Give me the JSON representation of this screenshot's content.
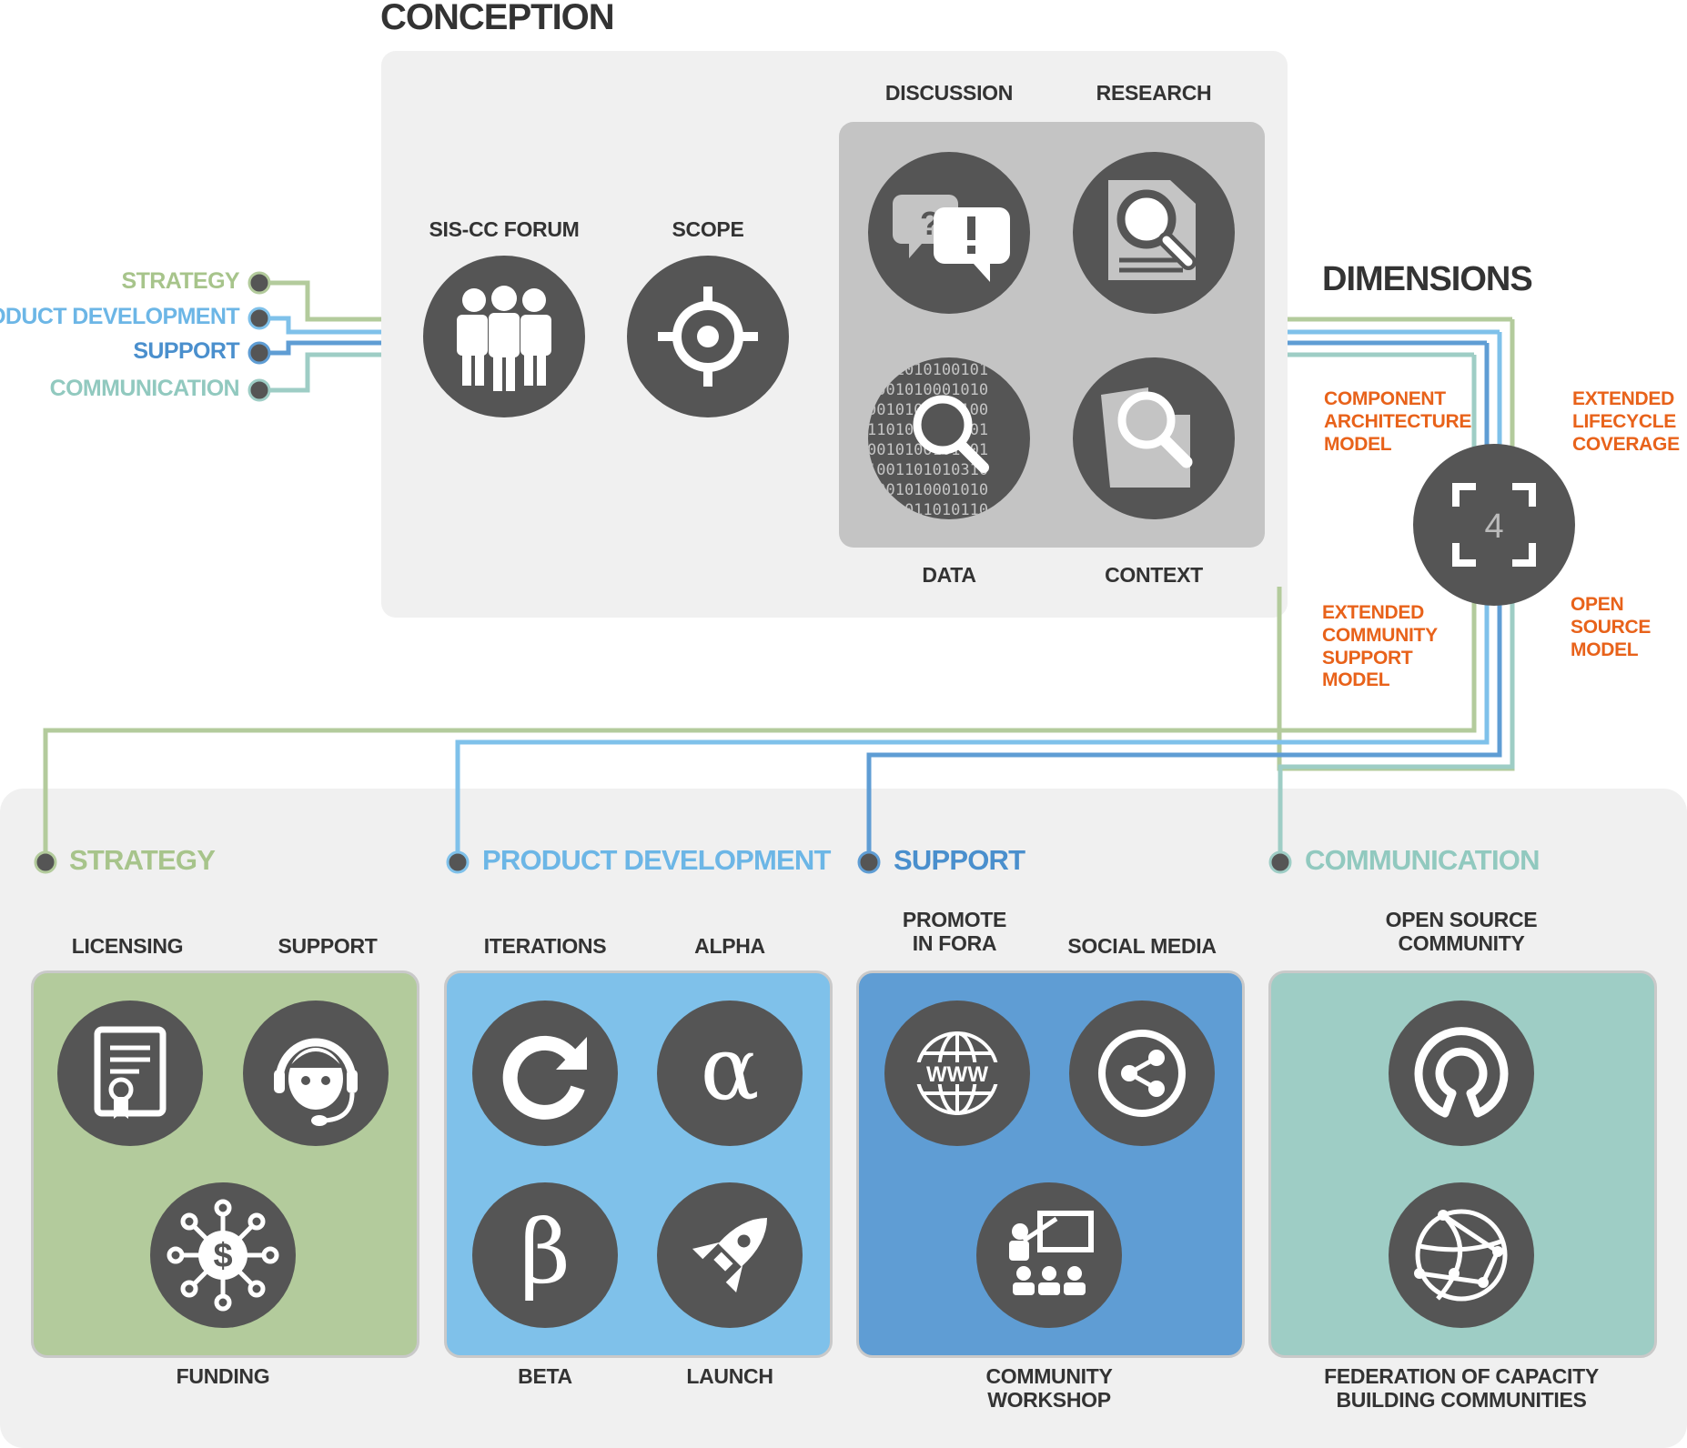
{
  "conception": {
    "title": "CONCEPTION",
    "sis_cc_forum": "SIS-CC FORUM",
    "scope": "SCOPE",
    "discussion": "DISCUSSION",
    "research": "RESEARCH",
    "data": "DATA",
    "context": "CONTEXT"
  },
  "left_legend": [
    "STRATEGY",
    "PRODUCT DEVELOPMENT",
    "SUPPORT",
    "COMMUNICATION"
  ],
  "dimensions": {
    "title": "DIMENSIONS",
    "number": "4",
    "component": [
      "COMPONENT",
      "ARCHITECTURE",
      "MODEL"
    ],
    "lifecycle": [
      "EXTENDED",
      "LIFECYCLE",
      "COVERAGE"
    ],
    "community": [
      "EXTENDED",
      "COMMUNITY",
      "SUPPORT",
      "MODEL"
    ],
    "open_source": [
      "OPEN",
      "SOURCE",
      "MODEL"
    ]
  },
  "sections": {
    "strategy": {
      "title": "STRATEGY",
      "licensing": "LICENSING",
      "support": "SUPPORT",
      "funding": "FUNDING"
    },
    "product": {
      "title": "PRODUCT DEVELOPMENT",
      "iterations": "ITERATIONS",
      "alpha": "ALPHA",
      "beta": "BETA",
      "launch": "LAUNCH"
    },
    "support": {
      "title": "SUPPORT",
      "promote": [
        "PROMOTE",
        "IN FORA"
      ],
      "social": "SOCIAL MEDIA",
      "workshop": [
        "COMMUNITY",
        "WORKSHOP"
      ]
    },
    "communication": {
      "title": "COMMUNICATION",
      "oss": [
        "OPEN SOURCE",
        "COMMUNITY"
      ],
      "federation": [
        "FEDERATION OF CAPACITY",
        "BUILDING COMMUNITIES"
      ]
    }
  },
  "colors": {
    "strategy": "#b3cb9c",
    "product": "#7fc1ea",
    "support": "#5f9dd4",
    "communication": "#9ecdc5",
    "strategy_text": "#a7c48b",
    "product_text": "#6cb6e6",
    "support_text": "#4a8fcd",
    "communication_text": "#91c9bf",
    "dark": "#555555",
    "accent": "#e8621a"
  },
  "icons": {
    "forum": "people-icon",
    "scope": "crosshair-icon",
    "discussion": "speech-bubbles-icon",
    "research": "document-search-icon",
    "data": "binary-search-icon",
    "context": "puzzle-search-icon",
    "dimensions": "focus-frame-icon",
    "licensing": "certificate-icon",
    "support": "headset-icon",
    "funding": "dollar-network-icon",
    "iterations": "refresh-icon",
    "alpha": "alpha-icon",
    "beta": "beta-icon",
    "launch": "rocket-icon",
    "promote": "www-globe-icon",
    "social": "share-icon",
    "workshop": "presentation-icon",
    "oss": "open-source-icon",
    "federation": "network-globe-icon"
  }
}
